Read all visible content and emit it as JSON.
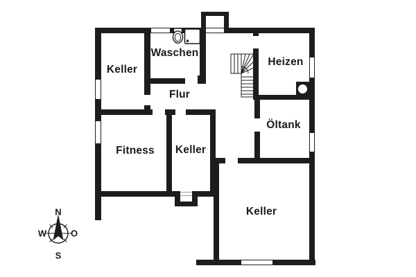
{
  "floorplan": {
    "background_color": "#ffffff",
    "wall_color": "#1d1d1b",
    "rooms": {
      "keller_nw": {
        "label": "Keller"
      },
      "waschen": {
        "label": "Waschen"
      },
      "flur": {
        "label": "Flur"
      },
      "heizen": {
        "label": "Heizen"
      },
      "oeltank": {
        "label": "Öltank"
      },
      "fitness": {
        "label": "Fitness"
      },
      "keller_mitte": {
        "label": "Keller"
      },
      "keller_gross": {
        "label": "Keller"
      }
    },
    "icons": {
      "toilet": "toilet-icon",
      "washer": "washing-machine-icon",
      "chimney": "chimney-icon",
      "stairs": "winder-stairs-icon",
      "compass": "compass-rose-icon"
    },
    "compass": {
      "north": "N",
      "east": "O",
      "south": "S",
      "west": "W"
    }
  }
}
